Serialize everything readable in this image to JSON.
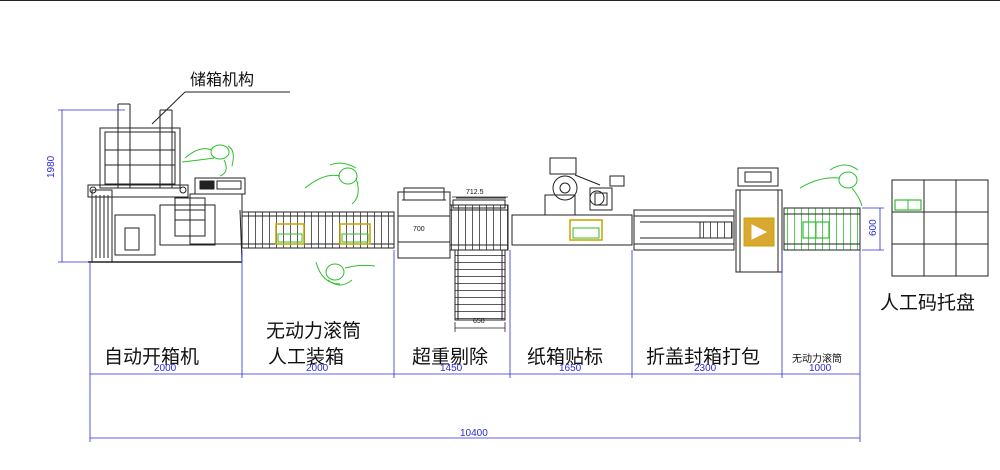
{
  "labels": {
    "storage": "储箱机构",
    "erector": "自动开箱机",
    "roller1_line1": "无动力滚筒",
    "roller1_line2": "人工装箱",
    "reject": "超重剔除",
    "labeling": "纸箱贴标",
    "sealing": "折盖封箱打包",
    "roller2": "无动力滚筒",
    "palletizing": "人工码托盘"
  },
  "dimensions": {
    "height_total": "1980",
    "seg_erector": "2000",
    "seg_roller": "2000",
    "seg_reject": "1450",
    "seg_labeling": "1650",
    "seg_sealing": "2300",
    "seg_roller2": "1000",
    "total_length": "10400",
    "scale_width": "700",
    "scale_top": "712.5",
    "reject_conv_width": "650",
    "end_width": "600"
  },
  "colors": {
    "line": "#1a1a1a",
    "dimension": "#2b2bd6",
    "operator": "#2fbf2f",
    "carton": "#c8a400"
  }
}
